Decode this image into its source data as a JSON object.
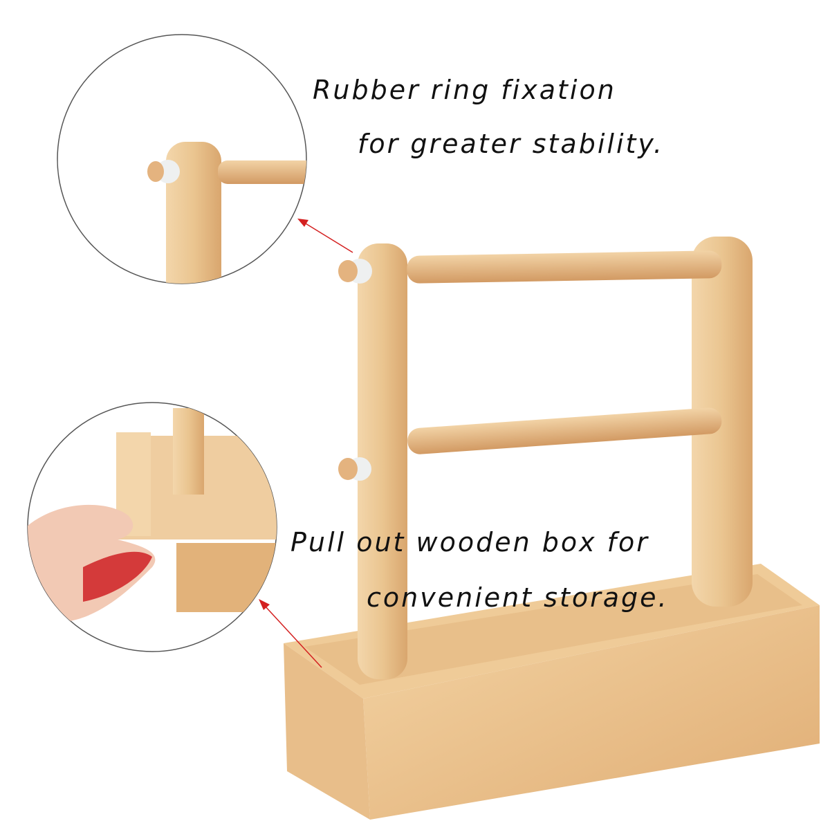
{
  "captions": {
    "top_line1": "Rubber ring fixation",
    "top_line2": "for greater stability.",
    "bottom_line1": "Pull out wooden box for",
    "bottom_line2": "convenient storage."
  },
  "colors": {
    "wood_light": "#f0cfa0",
    "wood_mid": "#e3b47e",
    "wood_dark": "#c98f57",
    "arrow": "#d42020",
    "ring": "#eef0f0"
  }
}
